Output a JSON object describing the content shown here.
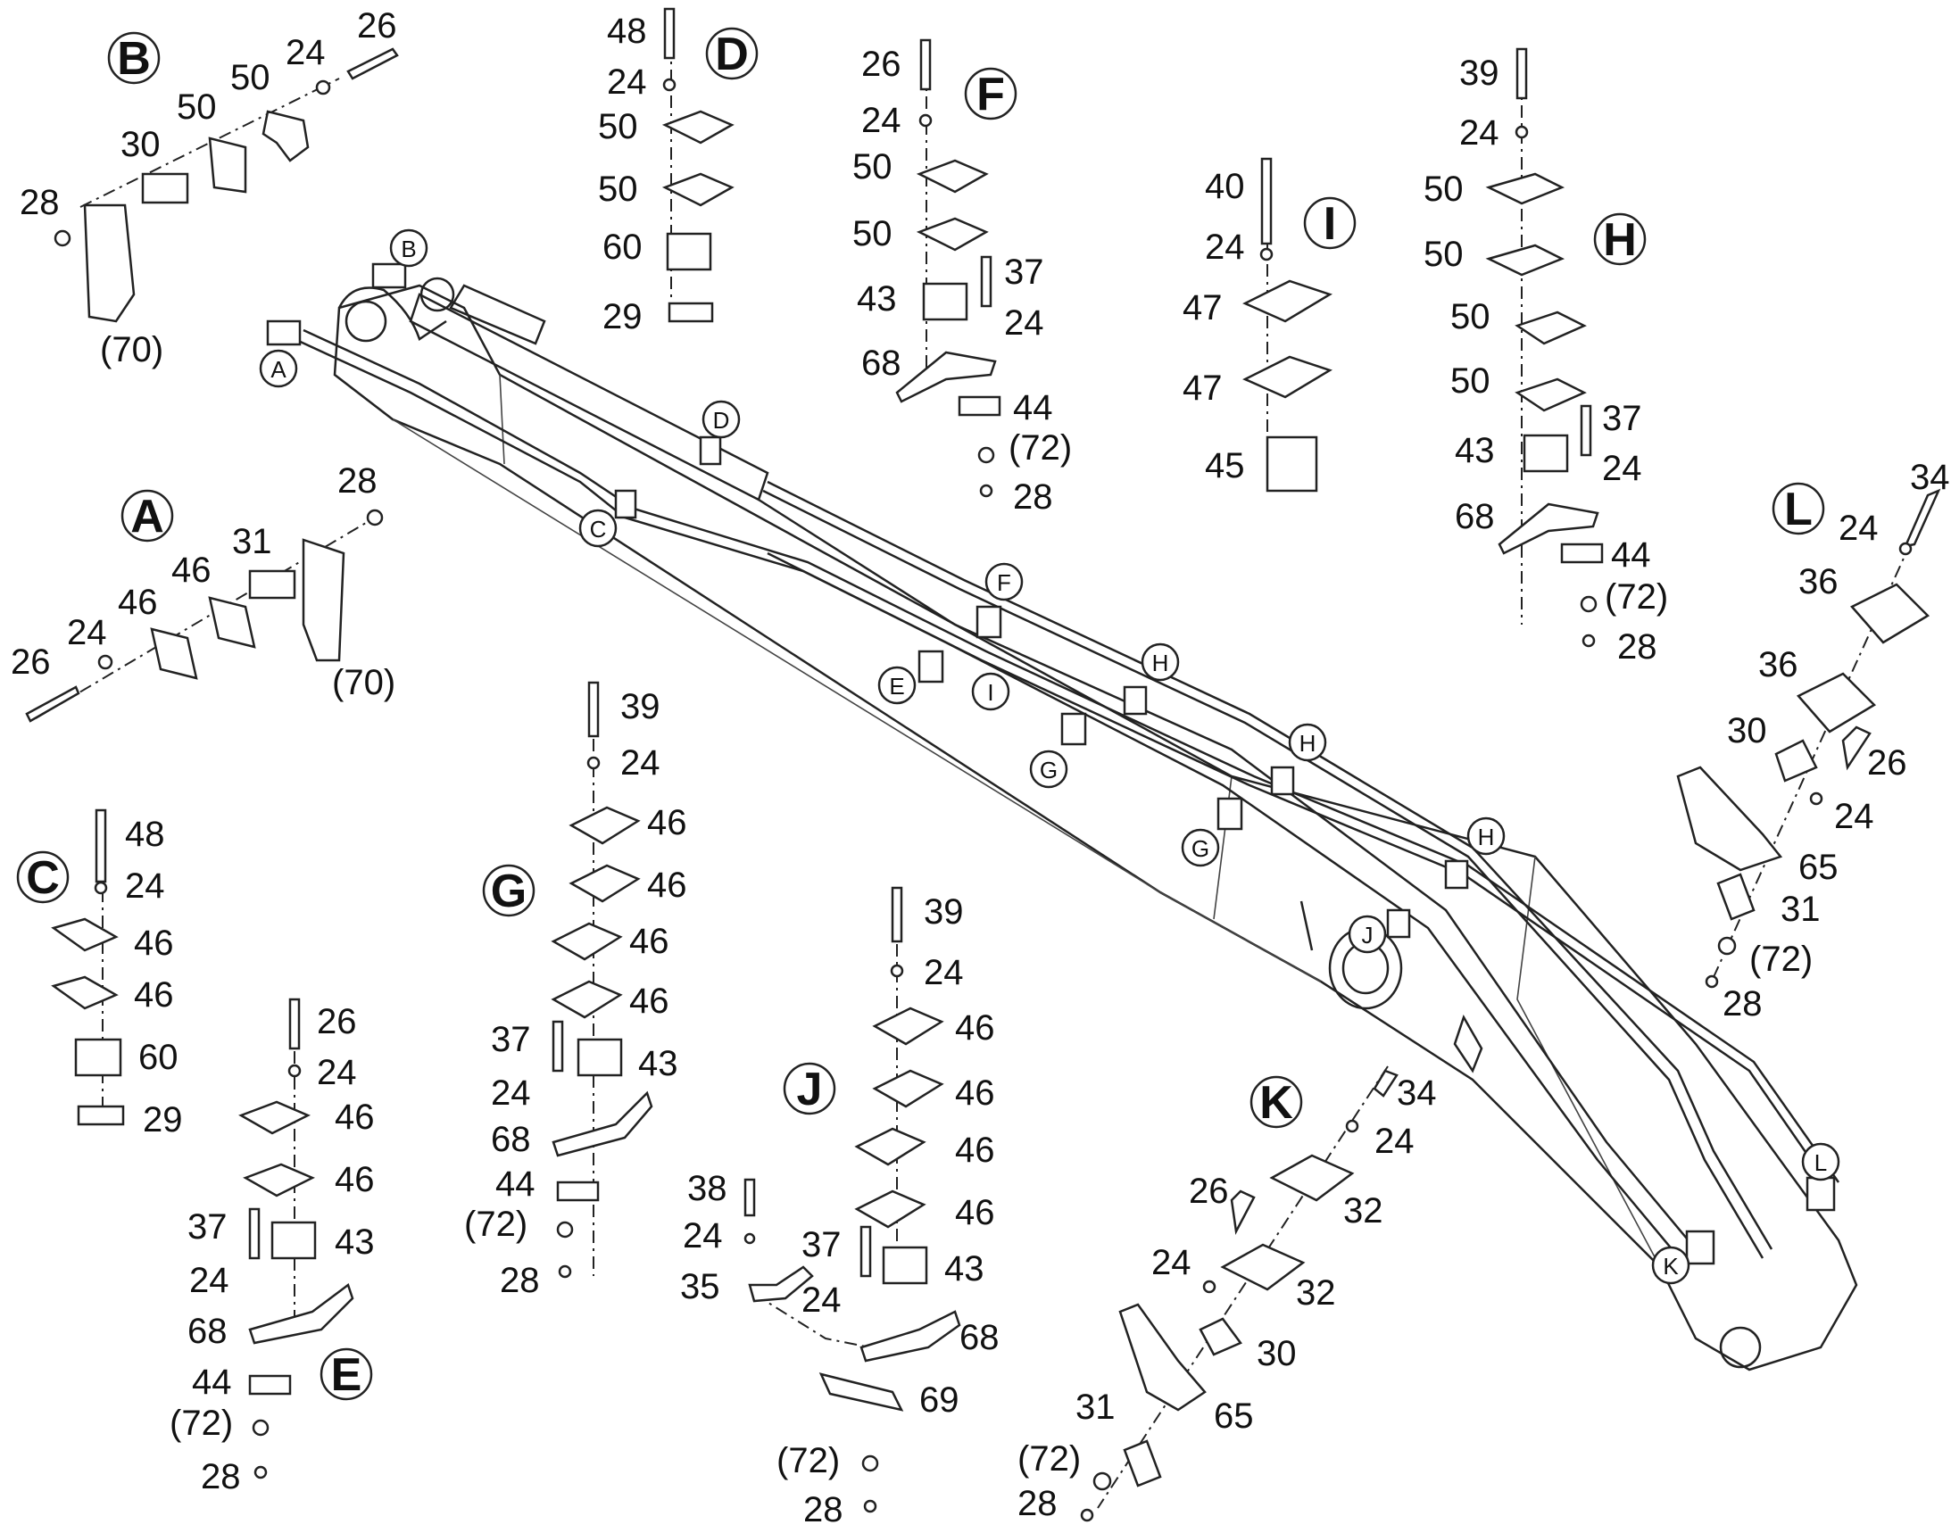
{
  "detail_labels": [
    "A",
    "B",
    "C",
    "D",
    "E",
    "F",
    "G",
    "H",
    "I",
    "J",
    "K",
    "L"
  ],
  "assembly_callouts": [
    "A",
    "B",
    "C",
    "D",
    "E",
    "F",
    "G",
    "H",
    "H",
    "H",
    "I",
    "J",
    "K",
    "L",
    "G"
  ],
  "detail_B": {
    "parts": [
      "26",
      "24",
      "50",
      "50",
      "30",
      "28",
      "(70)"
    ]
  },
  "detail_A": {
    "parts": [
      "28",
      "31",
      "46",
      "46",
      "24",
      "26",
      "(70)"
    ]
  },
  "detail_C": {
    "parts": [
      "48",
      "24",
      "46",
      "46",
      "60",
      "29"
    ]
  },
  "detail_D": {
    "parts": [
      "48",
      "24",
      "50",
      "50",
      "60",
      "29"
    ]
  },
  "detail_E": {
    "parts": [
      "26",
      "24",
      "46",
      "46",
      "37",
      "43",
      "24",
      "68",
      "44",
      "(72)",
      "28"
    ]
  },
  "detail_F": {
    "parts": [
      "26",
      "24",
      "50",
      "50",
      "37",
      "43",
      "24",
      "68",
      "44",
      "(72)",
      "28"
    ]
  },
  "detail_G": {
    "parts": [
      "39",
      "24",
      "46",
      "46",
      "46",
      "46",
      "37",
      "43",
      "24",
      "68",
      "44",
      "(72)",
      "28"
    ]
  },
  "detail_H": {
    "parts": [
      "39",
      "24",
      "50",
      "50",
      "50",
      "50",
      "37",
      "43",
      "24",
      "68",
      "44",
      "(72)",
      "28"
    ]
  },
  "detail_I": {
    "parts": [
      "40",
      "24",
      "47",
      "47",
      "45"
    ]
  },
  "detail_J": {
    "parts": [
      "39",
      "24",
      "46",
      "46",
      "46",
      "46",
      "43",
      "38",
      "24",
      "35",
      "37",
      "24",
      "68",
      "69",
      "(72)",
      "28"
    ]
  },
  "detail_K": {
    "parts": [
      "34",
      "24",
      "32",
      "26",
      "32",
      "24",
      "30",
      "65",
      "31",
      "(72)",
      "28"
    ]
  },
  "detail_L": {
    "parts": [
      "34",
      "24",
      "36",
      "36",
      "30",
      "26",
      "24",
      "65",
      "31",
      "(72)",
      "28"
    ]
  }
}
